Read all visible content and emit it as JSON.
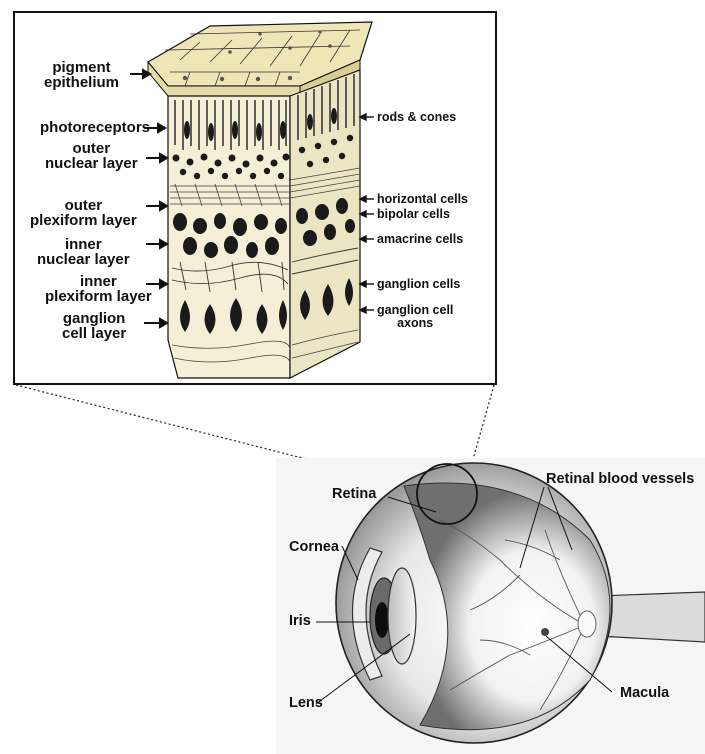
{
  "retina_section": {
    "left_labels": [
      {
        "line1": "pigment",
        "line2": "epithelium"
      },
      {
        "line1": "photoreceptors",
        "line2": ""
      },
      {
        "line1": "outer",
        "line2": "nuclear layer"
      },
      {
        "line1": "outer",
        "line2": "plexiform layer"
      },
      {
        "line1": "inner",
        "line2": "nuclear layer"
      },
      {
        "line1": "inner",
        "line2": "plexiform layer"
      },
      {
        "line1": "ganglion",
        "line2": "cell layer"
      }
    ],
    "right_labels": [
      {
        "line1": "rods & cones",
        "line2": ""
      },
      {
        "line1": "horizontal cells",
        "line2": ""
      },
      {
        "line1": "bipolar cells",
        "line2": ""
      },
      {
        "line1": "amacrine cells",
        "line2": ""
      },
      {
        "line1": "ganglion cells",
        "line2": ""
      },
      {
        "line1": "ganglion cell",
        "line2": "axons"
      }
    ]
  },
  "eye": {
    "labels": {
      "retina": "Retina",
      "retinal_blood_vessels": "Retinal blood vessels",
      "cornea": "Cornea",
      "iris": "Iris",
      "lens": "Lens",
      "macula": "Macula"
    }
  },
  "colors": {
    "tissue_fill": "#f4efd6",
    "epithelium_fill": "#efe6b8",
    "cell_dark": "#1a1a1a",
    "line": "#111111"
  }
}
